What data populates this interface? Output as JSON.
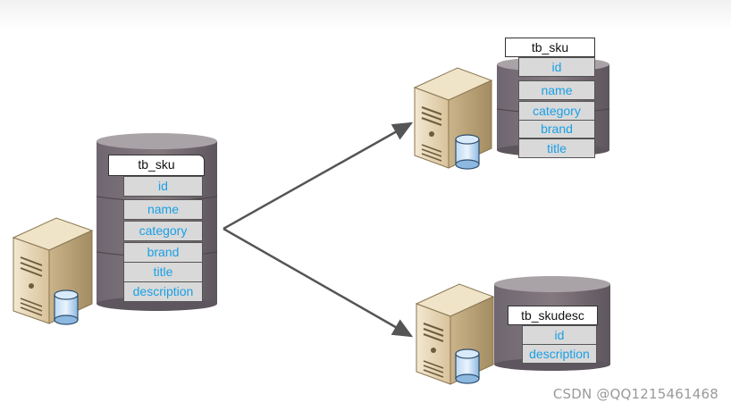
{
  "source": {
    "title": "tb_sku",
    "fields": [
      "id",
      "name",
      "category",
      "brand",
      "title",
      "description"
    ]
  },
  "target_sku": {
    "title": "tb_sku",
    "fields": [
      "id",
      "name",
      "category",
      "brand",
      "title"
    ]
  },
  "target_desc": {
    "title": "tb_skudesc",
    "fields": [
      "id",
      "description"
    ]
  },
  "watermark": "CSDN @QQ1215461468",
  "colors": {
    "field_text": "#1aa0e6",
    "field_bg": "#d9d9d9",
    "cylinder": "#7a7178",
    "cylinder_top": "#a9a3a8",
    "server_body": "#e4d2b0",
    "arrow": "#555555"
  }
}
